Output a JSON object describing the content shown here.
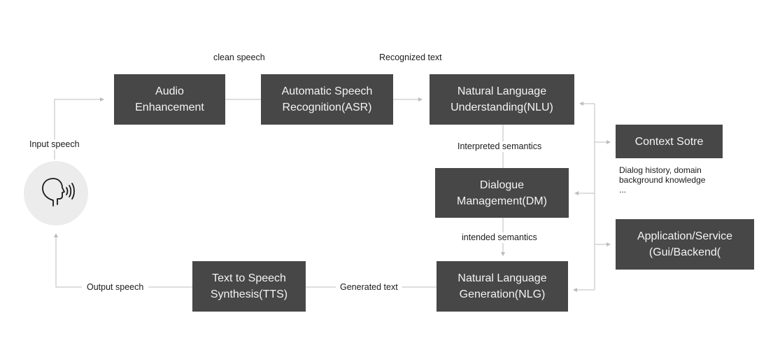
{
  "colors": {
    "box_fill": "#474747",
    "box_text": "#f4f4f4",
    "line": "#bdbdbd",
    "speaker_bg": "#ececec",
    "label_text": "#1a1a1a"
  },
  "icon": "speaking-head-icon",
  "boxes": {
    "audio_enhancement": "Audio\nEnhancement",
    "asr": "Automatic Speech\nRecognition(ASR)",
    "nlu": "Natural Language\nUnderstanding(NLU)",
    "dm": "Dialogue\nManagement(DM)",
    "nlg": "Natural Language\nGeneration(NLG)",
    "tts": "Text to Speech\nSynthesis(TTS)",
    "context_store": "Context Sotre",
    "application": "Application/Service\n(Gui/Backend("
  },
  "labels": {
    "clean_speech": "clean speech",
    "recognized_text": "Recognized text",
    "input_speech": "Input speech",
    "interpreted_semantics": "Interpreted semantics",
    "intended_semantics": "intended semantics",
    "generated_text": "Generated text",
    "output_speech": "Output speech",
    "context_note": "Dialog history, domain\nbackground knowledge\n..."
  }
}
